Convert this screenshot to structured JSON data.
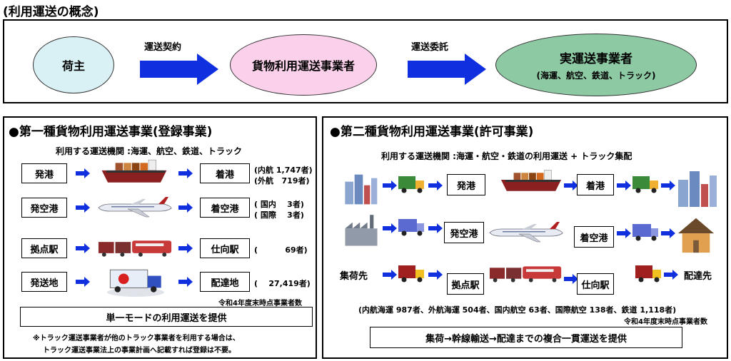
{
  "concept": {
    "title": "(利用運送の概念)",
    "shipper": "荷主",
    "contract_label": "運送契約",
    "forwarder": "貨物利用運送事業者",
    "consign_label": "運送委託",
    "carrier_title": "実運送事業者",
    "carrier_sub": "(海運、航空、鉄道、トラック)"
  },
  "type1": {
    "title": "●第一種貨物利用運送事業(登録事業)",
    "subtitle": "利用する運送機関 :海運、航空、鉄道、トラック",
    "rows": [
      {
        "origin": "発港",
        "dest": "着港",
        "count": "(内航 1,747者)\n(外航   719者)",
        "vehicle": "ship-icon"
      },
      {
        "origin": "発空港",
        "dest": "着空港",
        "count": "( 国内    3者)\n( 国際    3者)",
        "vehicle": "airplane-icon"
      },
      {
        "origin": "拠点駅",
        "dest": "仕向駅",
        "count": "(          69者)",
        "vehicle": "train-icon"
      },
      {
        "origin": "発送地",
        "dest": "配達地",
        "count": "(    27,419者)",
        "vehicle": "truck-icon"
      }
    ],
    "year_note": "令和4年度末時点事業者数",
    "slogan": "単一モードの利用運送を提供",
    "footnote1": "※トラック運送事業者が他のトラック事業者を利用する場合は、",
    "footnote2": "トラック運送事業法上の事業計画へ記載すれば登録は不要。"
  },
  "type2": {
    "title": "●第二種貨物利用運送事業(許可事業)",
    "subtitle": "利用する運送機関 :海運・航空・鉄道の利用運送 + トラック集配",
    "row1": {
      "mid1": "発港",
      "mid2": "着港"
    },
    "row2": {
      "mid1": "発空港",
      "mid2": "着空港"
    },
    "row3": {
      "origin": "集荷先",
      "mid1": "拠点駅",
      "mid2": "仕向駅",
      "dest": "配達先"
    },
    "counts": "(内航海運  987者、外航海運  504者、国内航空  63者、国際航空  138者、鉄道  1,118者)",
    "year_note": "令和4年度末時点事業者数",
    "slogan": "集荷→幹線輸送→配達までの複合一貫運送を提供"
  },
  "colors": {
    "arrow": "#1030e0",
    "shipper": "#d9f1f4",
    "forwarder": "#fbd0ea",
    "carrier": "#8dcaa4"
  }
}
